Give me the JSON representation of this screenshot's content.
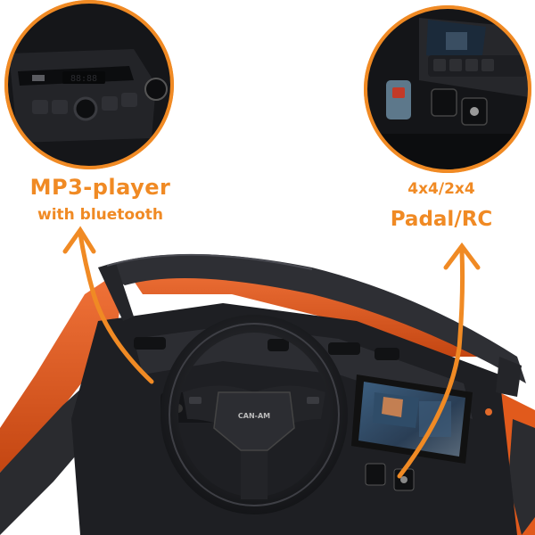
{
  "callouts": {
    "left": {
      "title": "MP3-player",
      "subtitle": "with bluetooth"
    },
    "right": {
      "title": "4x4/2x4",
      "subtitle": "Padal/RC"
    }
  },
  "colors": {
    "accent": "#f08a24",
    "body_orange": "#e8591a",
    "dash_black": "#1c1d20",
    "background": "#ffffff"
  },
  "car_badge": "CAN-AM",
  "mp3_display": "88:88"
}
